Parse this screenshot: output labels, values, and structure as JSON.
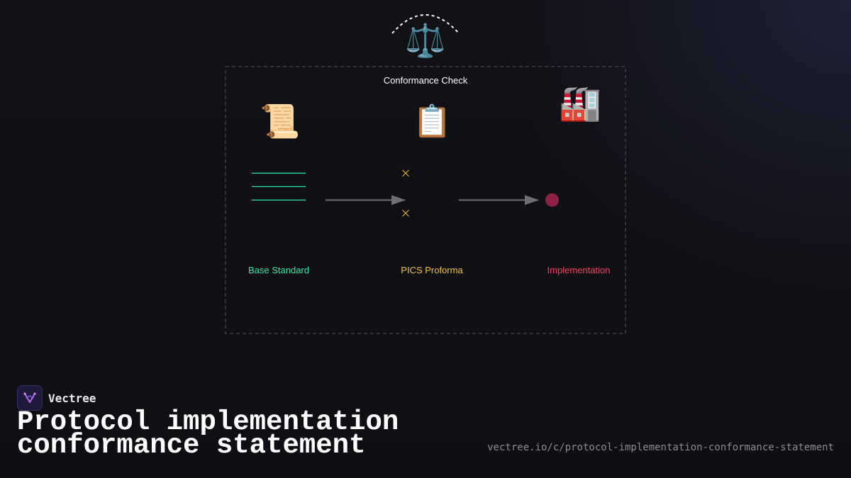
{
  "diagram": {
    "check_label": "Conformance Check",
    "nodes": [
      {
        "label": "Base Standard",
        "icon": "scroll-icon",
        "glyph": "📜",
        "color": "#2ee6b4"
      },
      {
        "label": "PICS Proforma",
        "icon": "clipboard-icon",
        "glyph": "📋",
        "color": "#f5c03a"
      },
      {
        "label": "Implementation",
        "icon": "factory-icon",
        "glyph": "🏭",
        "color": "#f0446a"
      }
    ],
    "top_icon": {
      "icon": "balance-scale-icon",
      "glyph": "⚖️"
    },
    "colors": {
      "frame": "#3a3a44",
      "arrow": "#6e6e74",
      "dot": "#8e2245",
      "cross": "#e0a832"
    }
  },
  "brand": {
    "name": "Vectree",
    "icon": "vectree-logo-icon"
  },
  "title": "Protocol implementation conformance statement",
  "url": "vectree.io/c/protocol-implementation-conformance-statement"
}
